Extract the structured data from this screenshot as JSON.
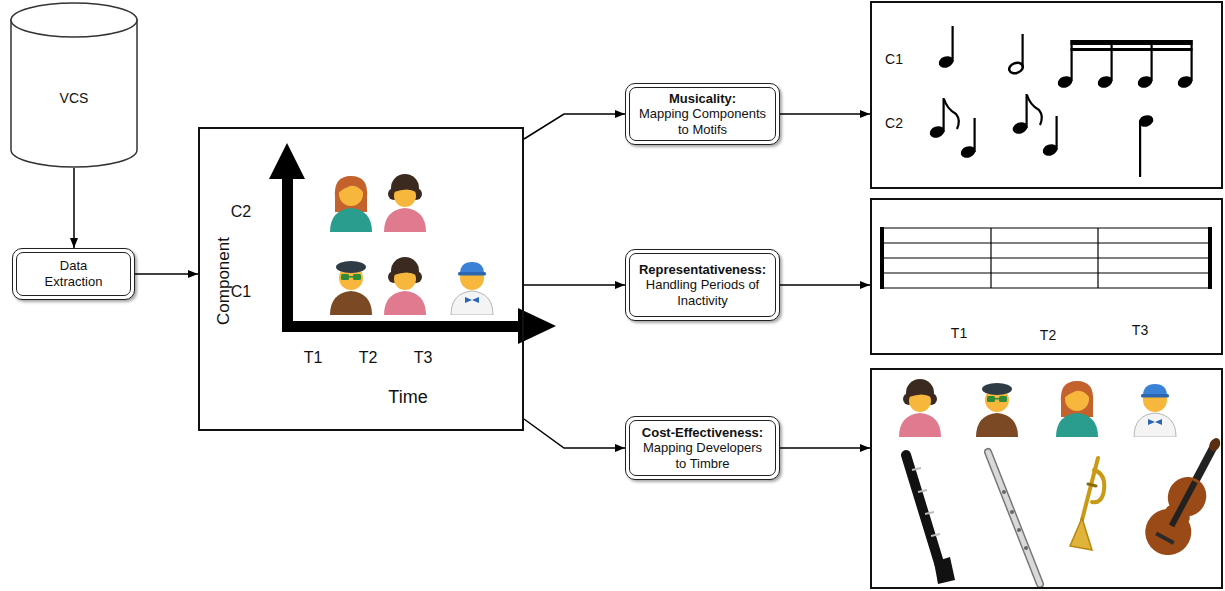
{
  "diagram": {
    "nodes": [
      {
        "text": [
          "VCS"
        ]
      },
      {
        "text": [
          "Data Extraction"
        ]
      },
      {
        "text": [
          "Component",
          "C2",
          "C1",
          "T1",
          "T2",
          "T3",
          "Time"
        ]
      },
      {
        "text": [
          "Musicality:",
          "Mapping Components to Motifs"
        ]
      },
      {
        "text": [
          "Representativeness:",
          "Handling Periods of Inactivity"
        ]
      },
      {
        "text": [
          "Cost-Effectiveness:",
          "Mapping Developers to Timbre"
        ]
      },
      {
        "text": [
          "C1",
          "C2"
        ]
      },
      {
        "text": [
          "T1",
          "T2",
          "T3"
        ]
      },
      {
        "text": []
      }
    ],
    "edges": [
      {
        "from": 0,
        "to": 1,
        "arrow": "to"
      },
      {
        "from": 1,
        "to": 2,
        "arrow": "to"
      },
      {
        "from": 2,
        "to": 3,
        "arrow": "to"
      },
      {
        "from": 2,
        "to": 4,
        "arrow": "to"
      },
      {
        "from": 2,
        "to": 5,
        "arrow": "to"
      },
      {
        "from": 3,
        "to": 6,
        "arrow": "to"
      },
      {
        "from": 4,
        "to": 7,
        "arrow": "to"
      },
      {
        "from": 5,
        "to": 8,
        "arrow": "to"
      }
    ]
  }
}
